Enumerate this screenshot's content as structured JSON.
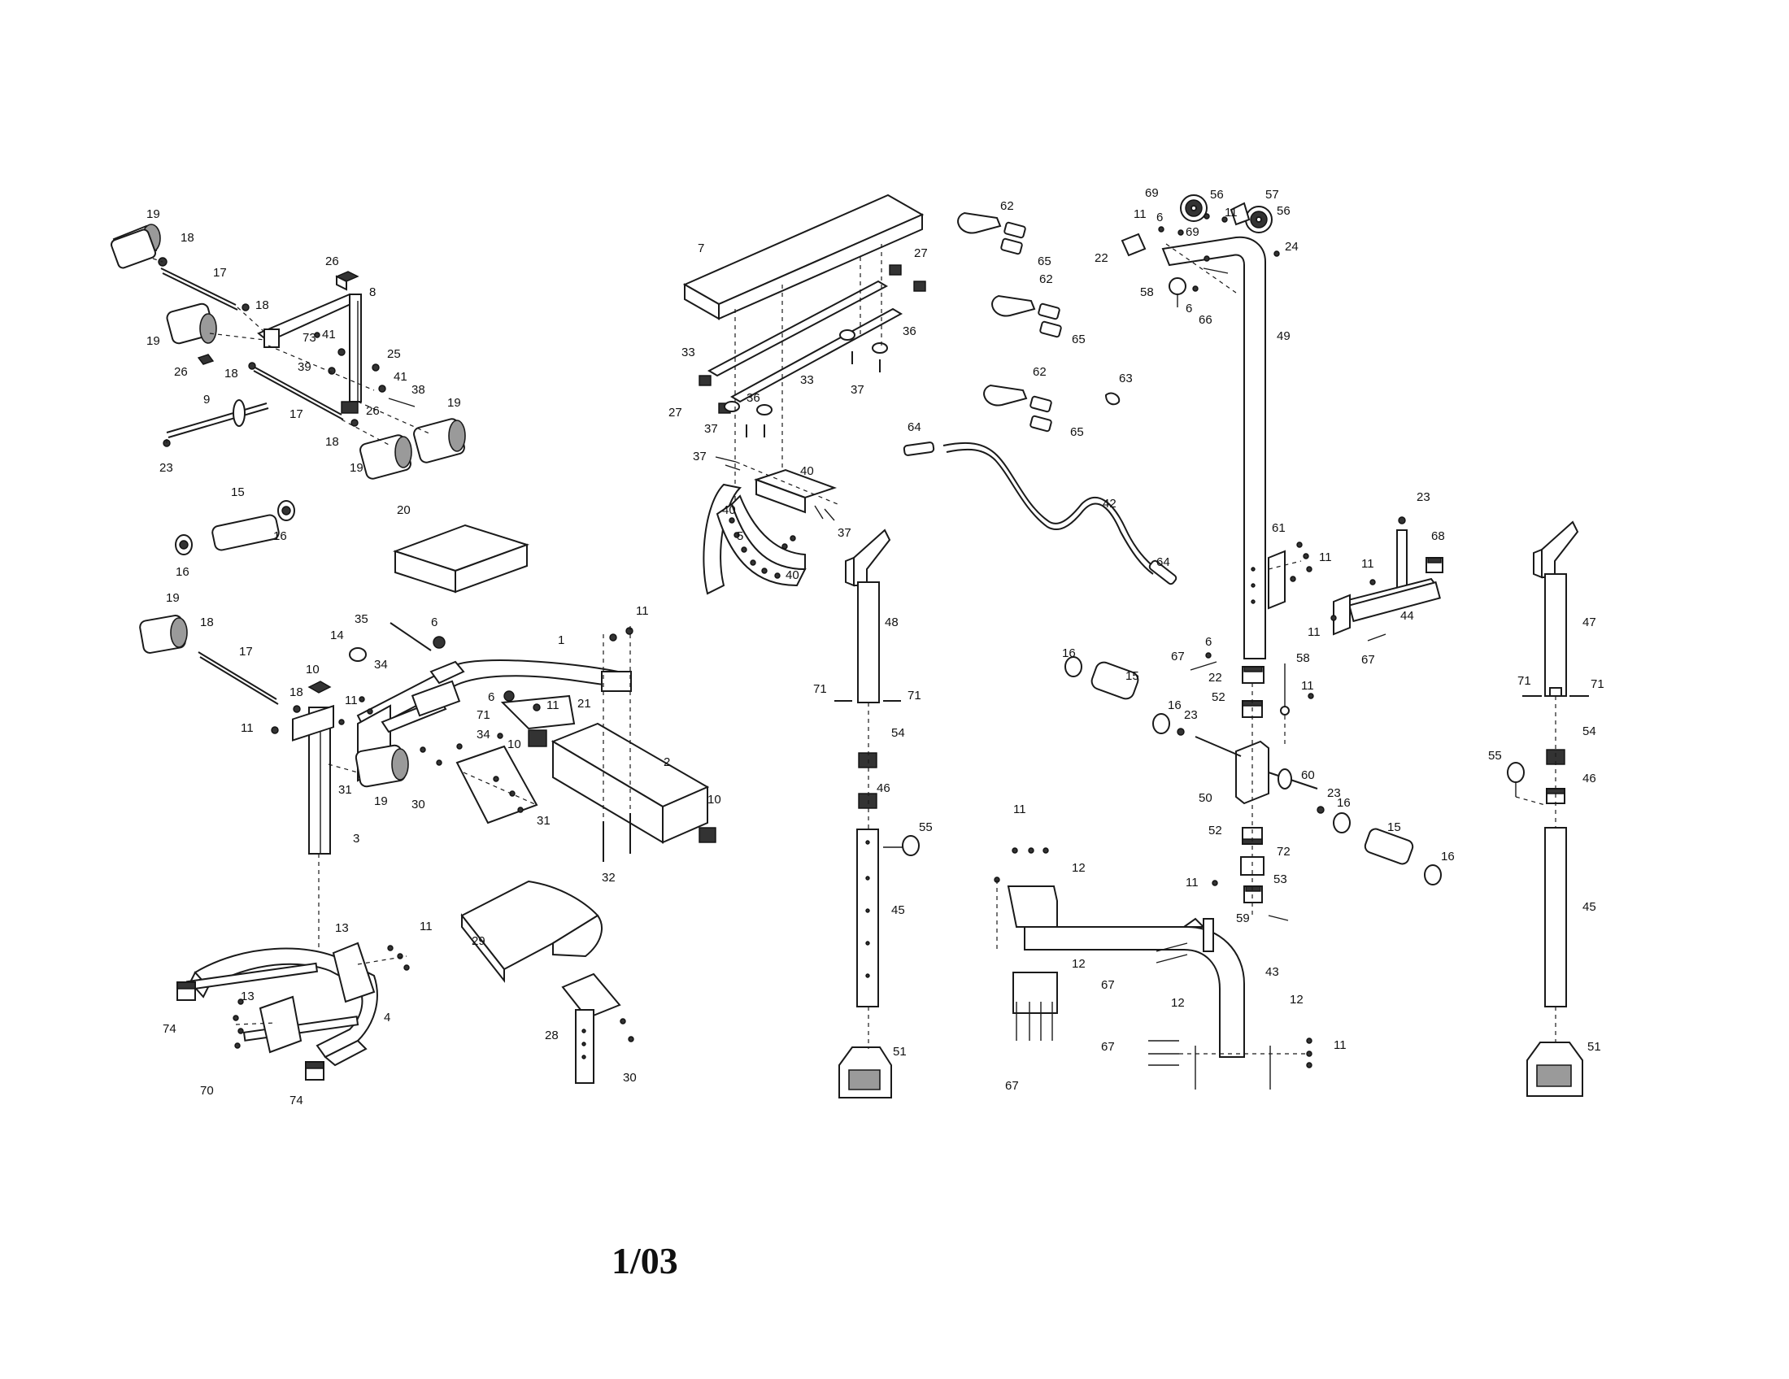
{
  "page_number": "1/03",
  "callouts": [
    {
      "id": "c19a",
      "text": "19"
    },
    {
      "id": "c18a",
      "text": "18"
    },
    {
      "id": "c17a",
      "text": "17"
    },
    {
      "id": "c26a",
      "text": "26"
    },
    {
      "id": "c18b",
      "text": "18"
    },
    {
      "id": "c8",
      "text": "8"
    },
    {
      "id": "c19b",
      "text": "19"
    },
    {
      "id": "c73",
      "text": "73"
    },
    {
      "id": "c41a",
      "text": "41"
    },
    {
      "id": "c26b",
      "text": "26"
    },
    {
      "id": "c39",
      "text": "39"
    },
    {
      "id": "c25",
      "text": "25"
    },
    {
      "id": "c18c",
      "text": "18"
    },
    {
      "id": "c41b",
      "text": "41"
    },
    {
      "id": "c38",
      "text": "38"
    },
    {
      "id": "c9",
      "text": "9"
    },
    {
      "id": "c17b",
      "text": "17"
    },
    {
      "id": "c26c",
      "text": "26"
    },
    {
      "id": "c19c",
      "text": "19"
    },
    {
      "id": "c23a",
      "text": "23"
    },
    {
      "id": "c18d",
      "text": "18"
    },
    {
      "id": "c19d",
      "text": "19"
    },
    {
      "id": "c15a",
      "text": "15"
    },
    {
      "id": "c16a",
      "text": "16"
    },
    {
      "id": "c16b",
      "text": "16"
    },
    {
      "id": "c20",
      "text": "20"
    },
    {
      "id": "c19e",
      "text": "19"
    },
    {
      "id": "c18e",
      "text": "18"
    },
    {
      "id": "c17c",
      "text": "17"
    },
    {
      "id": "c35",
      "text": "35"
    },
    {
      "id": "c6a",
      "text": "6"
    },
    {
      "id": "c1",
      "text": "1"
    },
    {
      "id": "c11a",
      "text": "11"
    },
    {
      "id": "c14",
      "text": "14"
    },
    {
      "id": "c10a",
      "text": "10"
    },
    {
      "id": "c34a",
      "text": "34"
    },
    {
      "id": "c11b",
      "text": "11"
    },
    {
      "id": "c18f",
      "text": "18"
    },
    {
      "id": "c11c",
      "text": "11"
    },
    {
      "id": "c6b",
      "text": "6"
    },
    {
      "id": "c11d",
      "text": "11"
    },
    {
      "id": "c21",
      "text": "21"
    },
    {
      "id": "c71a",
      "text": "71"
    },
    {
      "id": "c34b",
      "text": "34"
    },
    {
      "id": "c10b",
      "text": "10"
    },
    {
      "id": "c2",
      "text": "2"
    },
    {
      "id": "c31a",
      "text": "31"
    },
    {
      "id": "c19f",
      "text": "19"
    },
    {
      "id": "c30a",
      "text": "30"
    },
    {
      "id": "c31b",
      "text": "31"
    },
    {
      "id": "c10c",
      "text": "10"
    },
    {
      "id": "c3",
      "text": "3"
    },
    {
      "id": "c32",
      "text": "32"
    },
    {
      "id": "c13a",
      "text": "13"
    },
    {
      "id": "c11e",
      "text": "11"
    },
    {
      "id": "c29",
      "text": "29"
    },
    {
      "id": "c13b",
      "text": "13"
    },
    {
      "id": "c4",
      "text": "4"
    },
    {
      "id": "c74a",
      "text": "74"
    },
    {
      "id": "c28",
      "text": "28"
    },
    {
      "id": "c70",
      "text": "70"
    },
    {
      "id": "c30b",
      "text": "30"
    },
    {
      "id": "c74b",
      "text": "74"
    },
    {
      "id": "c7",
      "text": "7"
    },
    {
      "id": "c27a",
      "text": "27"
    },
    {
      "id": "c36a",
      "text": "36"
    },
    {
      "id": "c33a",
      "text": "33"
    },
    {
      "id": "c33b",
      "text": "33"
    },
    {
      "id": "c37a",
      "text": "37"
    },
    {
      "id": "c27b",
      "text": "27"
    },
    {
      "id": "c36b",
      "text": "36"
    },
    {
      "id": "c37b",
      "text": "37"
    },
    {
      "id": "c37c",
      "text": "37"
    },
    {
      "id": "c40a",
      "text": "40"
    },
    {
      "id": "c40b",
      "text": "40"
    },
    {
      "id": "c5",
      "text": "5"
    },
    {
      "id": "c37d",
      "text": "37"
    },
    {
      "id": "c40c",
      "text": "40"
    },
    {
      "id": "c48",
      "text": "48"
    },
    {
      "id": "c71b",
      "text": "71"
    },
    {
      "id": "c71c",
      "text": "71"
    },
    {
      "id": "c54a",
      "text": "54"
    },
    {
      "id": "c46a",
      "text": "46"
    },
    {
      "id": "c55a",
      "text": "55"
    },
    {
      "id": "c45a",
      "text": "45"
    },
    {
      "id": "c51a",
      "text": "51"
    },
    {
      "id": "c62a",
      "text": "62"
    },
    {
      "id": "c65a",
      "text": "65"
    },
    {
      "id": "c62b",
      "text": "62"
    },
    {
      "id": "c65b",
      "text": "65"
    },
    {
      "id": "c62c",
      "text": "62"
    },
    {
      "id": "c65c",
      "text": "65"
    },
    {
      "id": "c63",
      "text": "63"
    },
    {
      "id": "c64a",
      "text": "64"
    },
    {
      "id": "c42",
      "text": "42"
    },
    {
      "id": "c64b",
      "text": "64"
    },
    {
      "id": "c69a",
      "text": "69"
    },
    {
      "id": "c56a",
      "text": "56"
    },
    {
      "id": "c57",
      "text": "57"
    },
    {
      "id": "c11f",
      "text": "11"
    },
    {
      "id": "c6c",
      "text": "6"
    },
    {
      "id": "c11g",
      "text": "11"
    },
    {
      "id": "c56b",
      "text": "56"
    },
    {
      "id": "c69b",
      "text": "69"
    },
    {
      "id": "c24",
      "text": "24"
    },
    {
      "id": "c22a",
      "text": "22"
    },
    {
      "id": "c58a",
      "text": "58"
    },
    {
      "id": "c6d",
      "text": "6"
    },
    {
      "id": "c66",
      "text": "66"
    },
    {
      "id": "c49",
      "text": "49"
    },
    {
      "id": "c61",
      "text": "61"
    },
    {
      "id": "c11h",
      "text": "11"
    },
    {
      "id": "c23b",
      "text": "23"
    },
    {
      "id": "c68",
      "text": "68"
    },
    {
      "id": "c11i",
      "text": "11"
    },
    {
      "id": "c11j",
      "text": "11"
    },
    {
      "id": "c44",
      "text": "44"
    },
    {
      "id": "c67a",
      "text": "67"
    },
    {
      "id": "c6e",
      "text": "6"
    },
    {
      "id": "c67b",
      "text": "67"
    },
    {
      "id": "c22b",
      "text": "22"
    },
    {
      "id": "c58b",
      "text": "58"
    },
    {
      "id": "c16c",
      "text": "16"
    },
    {
      "id": "c15b",
      "text": "15"
    },
    {
      "id": "c52a",
      "text": "52"
    },
    {
      "id": "c11k",
      "text": "11"
    },
    {
      "id": "c16d",
      "text": "16"
    },
    {
      "id": "c23c",
      "text": "23"
    },
    {
      "id": "c60",
      "text": "60"
    },
    {
      "id": "c50",
      "text": "50"
    },
    {
      "id": "c23d",
      "text": "23"
    },
    {
      "id": "c16e",
      "text": "16"
    },
    {
      "id": "c52b",
      "text": "52"
    },
    {
      "id": "c15c",
      "text": "15"
    },
    {
      "id": "c72",
      "text": "72"
    },
    {
      "id": "c16f",
      "text": "16"
    },
    {
      "id": "c11l",
      "text": "11"
    },
    {
      "id": "c53",
      "text": "53"
    },
    {
      "id": "c59",
      "text": "59"
    },
    {
      "id": "c11m",
      "text": "11"
    },
    {
      "id": "c12a",
      "text": "12"
    },
    {
      "id": "c12b",
      "text": "12"
    },
    {
      "id": "c67c",
      "text": "67"
    },
    {
      "id": "c43",
      "text": "43"
    },
    {
      "id": "c12c",
      "text": "12"
    },
    {
      "id": "c12d",
      "text": "12"
    },
    {
      "id": "c67d",
      "text": "67"
    },
    {
      "id": "c11n",
      "text": "11"
    },
    {
      "id": "c67e",
      "text": "67"
    },
    {
      "id": "c47",
      "text": "47"
    },
    {
      "id": "c71d",
      "text": "71"
    },
    {
      "id": "c71e",
      "text": "71"
    },
    {
      "id": "c54b",
      "text": "54"
    },
    {
      "id": "c55b",
      "text": "55"
    },
    {
      "id": "c46b",
      "text": "46"
    },
    {
      "id": "c45b",
      "text": "45"
    },
    {
      "id": "c51b",
      "text": "51"
    }
  ]
}
